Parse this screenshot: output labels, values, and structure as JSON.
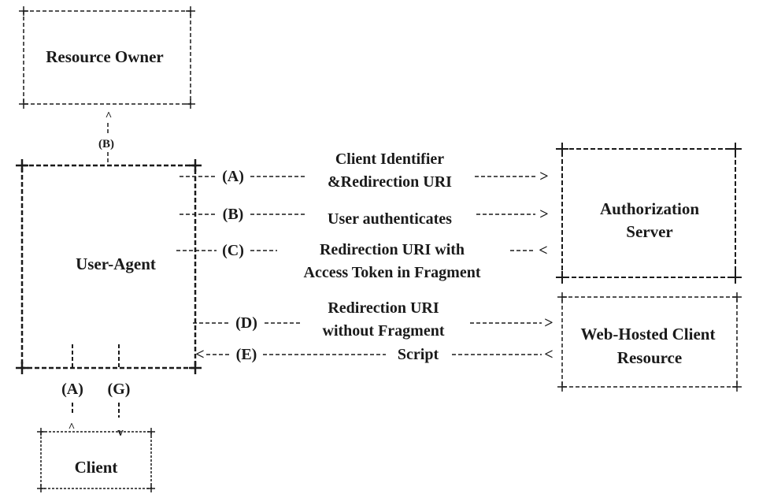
{
  "boxes": {
    "resource_owner": "Resource Owner",
    "user_agent": "User-Agent",
    "authorization_server_line1": "Authorization",
    "authorization_server_line2": "Server",
    "web_hosted_line1": "Web-Hosted Client",
    "web_hosted_line2": "Resource",
    "client": "Client"
  },
  "flows": {
    "b_top": "(B)",
    "a": "(A)",
    "a_text_line1": "Client Identifier",
    "a_text_line2": "&Redirection URI",
    "b": "(B)",
    "b_text": "User authenticates",
    "c": "(C)",
    "c_text_line1": "Redirection URI with",
    "c_text_line2": "Access Token in Fragment",
    "d": "(D)",
    "d_text_line1": "Redirection URI",
    "d_text_line2": "without Fragment",
    "e": "(E)",
    "e_text": "Script",
    "a_bottom": "(A)",
    "g_bottom": "(G)"
  },
  "glyphs": {
    "arrow_right": ">",
    "arrow_left": "<",
    "arrow_up": "^",
    "arrow_down": "v"
  }
}
